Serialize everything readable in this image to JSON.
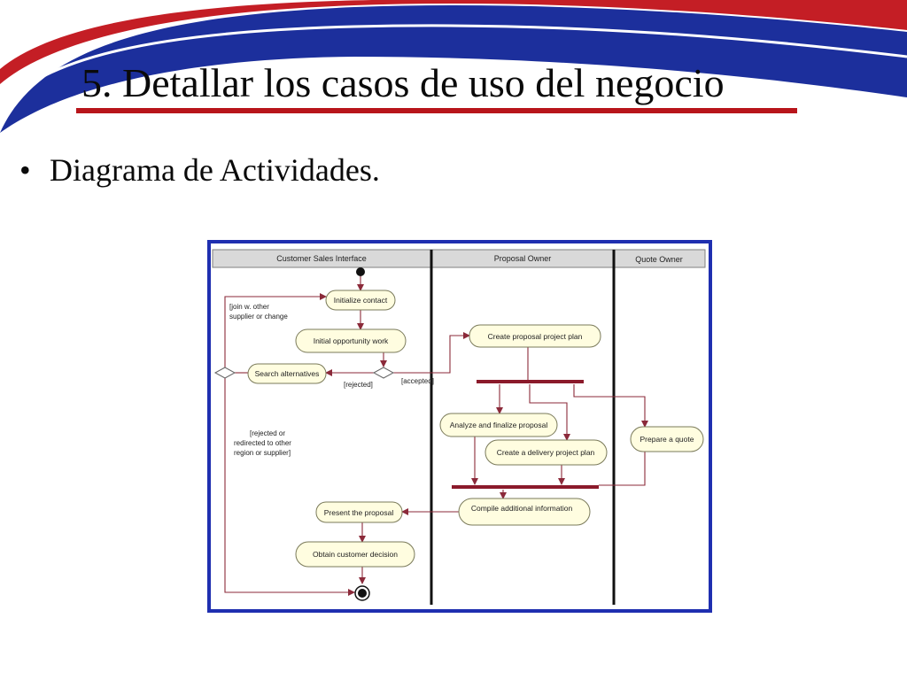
{
  "slide": {
    "title": "5. Detallar los casos de uso del negocio",
    "bullet": "•",
    "bullet_text": "Diagrama de Actividades."
  },
  "colors": {
    "banner_blue": "#1c2f9c",
    "banner_red": "#c41e25",
    "title_rule": "#b8151b",
    "frame_border": "#1f2fb0",
    "activity_fill": "#fffde0",
    "fork_bar": "#8b1a2b",
    "flow_line": "#8b2a3a"
  },
  "diagram": {
    "swimlanes": [
      "Customer Sales Interface",
      "Proposal Owner",
      "Quote Owner"
    ],
    "activities": {
      "initialize_contact": "Initialize contact",
      "initial_opportunity_work": "Initial opportunity work",
      "search_alternatives": "Search alternatives",
      "create_proposal_project_plan": "Create proposal project plan",
      "analyze_and_finalize_proposal": "Analyze and finalize proposal",
      "create_delivery_project_plan": "Create a delivery project plan",
      "prepare_a_quote": "Prepare a quote",
      "compile_additional_information": "Compile additional information",
      "present_the_proposal": "Present the proposal",
      "obtain_customer_decision": "Obtain customer decision"
    },
    "guards": {
      "join_w_other_1": "[join w. other",
      "join_w_other_2": "supplier or change",
      "rejected": "[rejected]",
      "accepted": "[accepted]",
      "rejected_redirected_1": "[rejected or",
      "rejected_redirected_2": "redirected to other",
      "rejected_redirected_3": "region or supplier]"
    }
  }
}
